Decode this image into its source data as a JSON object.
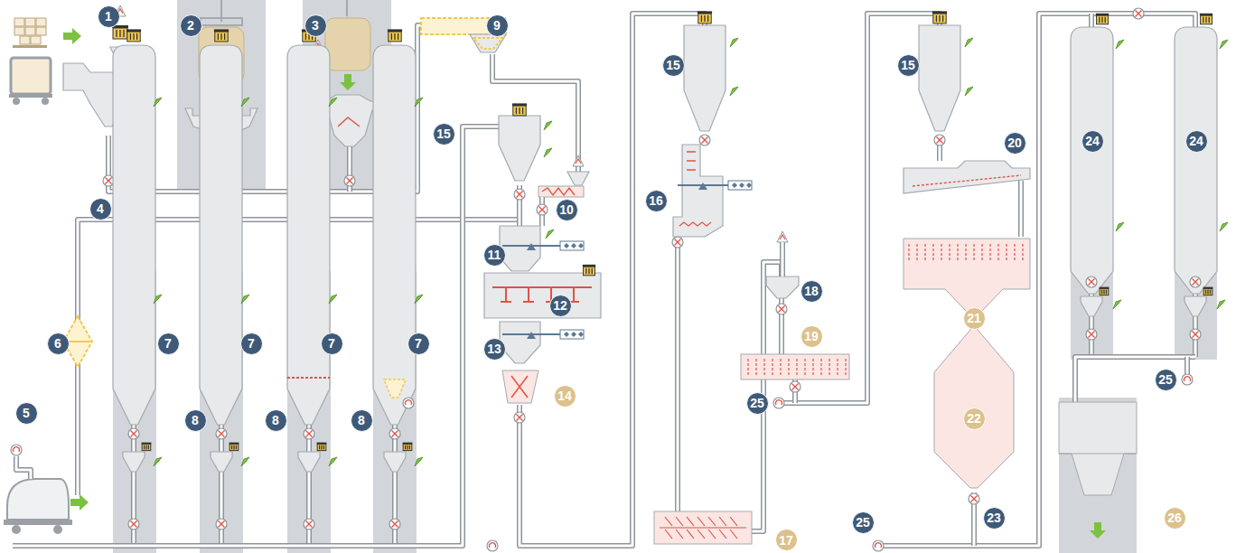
{
  "diagram": {
    "nodes": [
      {
        "text": [
          "1"
        ]
      },
      {
        "text": [
          "2"
        ]
      },
      {
        "text": [
          "3"
        ]
      },
      {
        "text": [
          "9"
        ]
      },
      {
        "text": [
          "15"
        ]
      },
      {
        "text": [
          "15"
        ]
      },
      {
        "text": [
          "15"
        ]
      },
      {
        "text": [
          "4"
        ]
      },
      {
        "text": [
          "5"
        ]
      },
      {
        "text": [
          "6"
        ]
      },
      {
        "text": [
          "7"
        ]
      },
      {
        "text": [
          "7"
        ]
      },
      {
        "text": [
          "7"
        ]
      },
      {
        "text": [
          "7"
        ]
      },
      {
        "text": [
          "8"
        ]
      },
      {
        "text": [
          "8"
        ]
      },
      {
        "text": [
          "8"
        ]
      },
      {
        "text": [
          "10"
        ]
      },
      {
        "text": [
          "11"
        ]
      },
      {
        "text": [
          "12"
        ]
      },
      {
        "text": [
          "13"
        ]
      },
      {
        "text": [
          "14"
        ]
      },
      {
        "text": [
          "16"
        ]
      },
      {
        "text": [
          "17"
        ]
      },
      {
        "text": [
          "18"
        ]
      },
      {
        "text": [
          "19"
        ]
      },
      {
        "text": [
          "20"
        ]
      },
      {
        "text": [
          "21"
        ]
      },
      {
        "text": [
          "22"
        ]
      },
      {
        "text": [
          "23"
        ]
      },
      {
        "text": [
          "24"
        ]
      },
      {
        "text": [
          "24"
        ]
      },
      {
        "text": [
          "25"
        ]
      },
      {
        "text": [
          "25"
        ]
      },
      {
        "text": [
          "25"
        ]
      },
      {
        "text": [
          "26"
        ]
      }
    ]
  }
}
